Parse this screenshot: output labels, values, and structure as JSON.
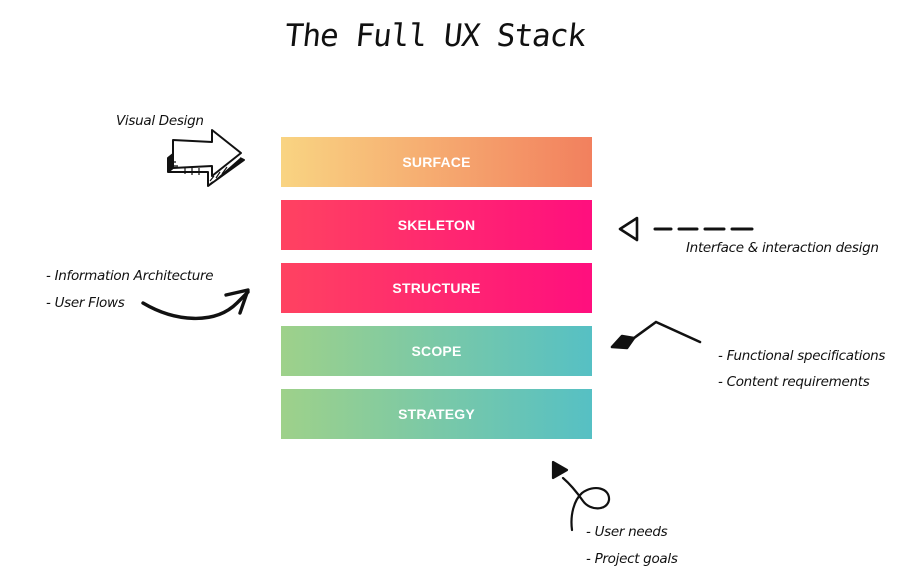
{
  "title": "The Full UX Stack",
  "layers": [
    {
      "label": "SURFACE",
      "color_start": "#F9D482",
      "color_end": "#F2805E"
    },
    {
      "label": "SKELETON",
      "color_start": "#FF4261",
      "color_end": "#FF0F7E"
    },
    {
      "label": "STRUCTURE",
      "color_start": "#FF4261",
      "color_end": "#FF0F7E"
    },
    {
      "label": "SCOPE",
      "color_start": "#9ED18A",
      "color_end": "#56C0C4"
    },
    {
      "label": "STRATEGY",
      "color_start": "#9ED18A",
      "color_end": "#56C0C4"
    }
  ],
  "annotations": {
    "surface": [
      "Visual Design"
    ],
    "skeleton": [
      "Interface & interaction design"
    ],
    "structure": [
      "- Information Architecture",
      "- User Flows"
    ],
    "scope": [
      "- Functional specifications",
      "- Content requirements"
    ],
    "strategy": [
      "- User needs",
      "- Project goals"
    ]
  }
}
